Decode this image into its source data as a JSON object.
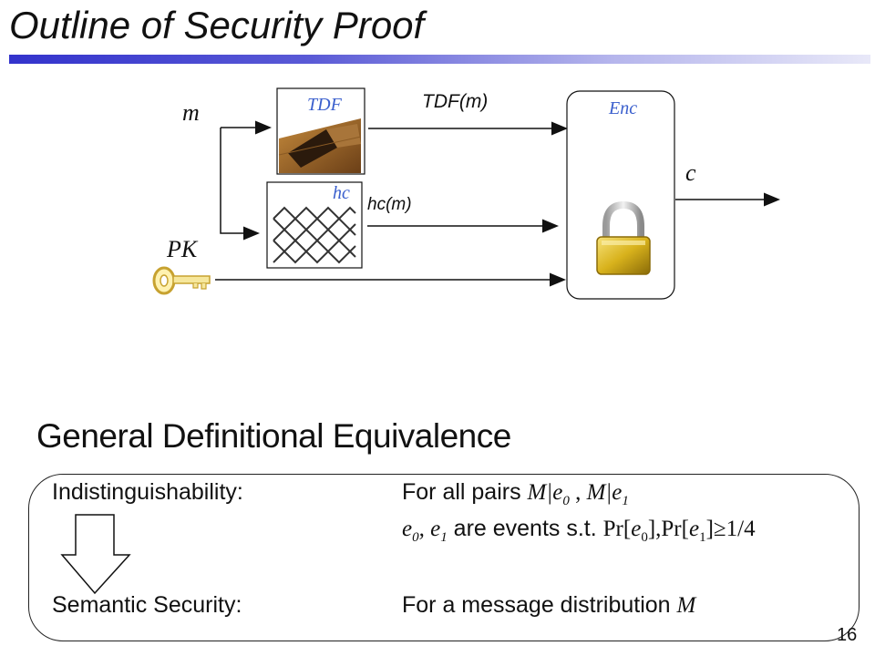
{
  "slide": {
    "title": "Outline of Security Proof",
    "page_number": "16",
    "colors": {
      "accent": "#3333cc",
      "label_blue": "#3a5fcd",
      "lock_gold": "#d8b21c"
    }
  },
  "diagram": {
    "input_message": "m",
    "public_key": "PK",
    "tdf_box_label": "TDF",
    "hc_box_label": "hc",
    "tdf_output": "TDF(m)",
    "hc_output": "hc(m)",
    "enc_box_label": "Enc",
    "ciphertext": "c",
    "icons": [
      "trapdoor-image",
      "chain-link-image",
      "key-icon",
      "padlock-icon"
    ]
  },
  "equivalence": {
    "heading": "General Definitional Equivalence",
    "indist_label": "Indistinguishability:",
    "indist_line1_prefix": "For all pairs",
    "indist_line2_mid": "are events s.t.",
    "semantic_label": "Semantic Security:",
    "semantic_text_prefix": "For a message distribution",
    "math": {
      "pair_a": "M|e0",
      "pair_b": "M|e1",
      "events": "e0, e1",
      "condition": "Pr[e0],Pr[e1]≥1/4",
      "distribution": "M"
    }
  }
}
